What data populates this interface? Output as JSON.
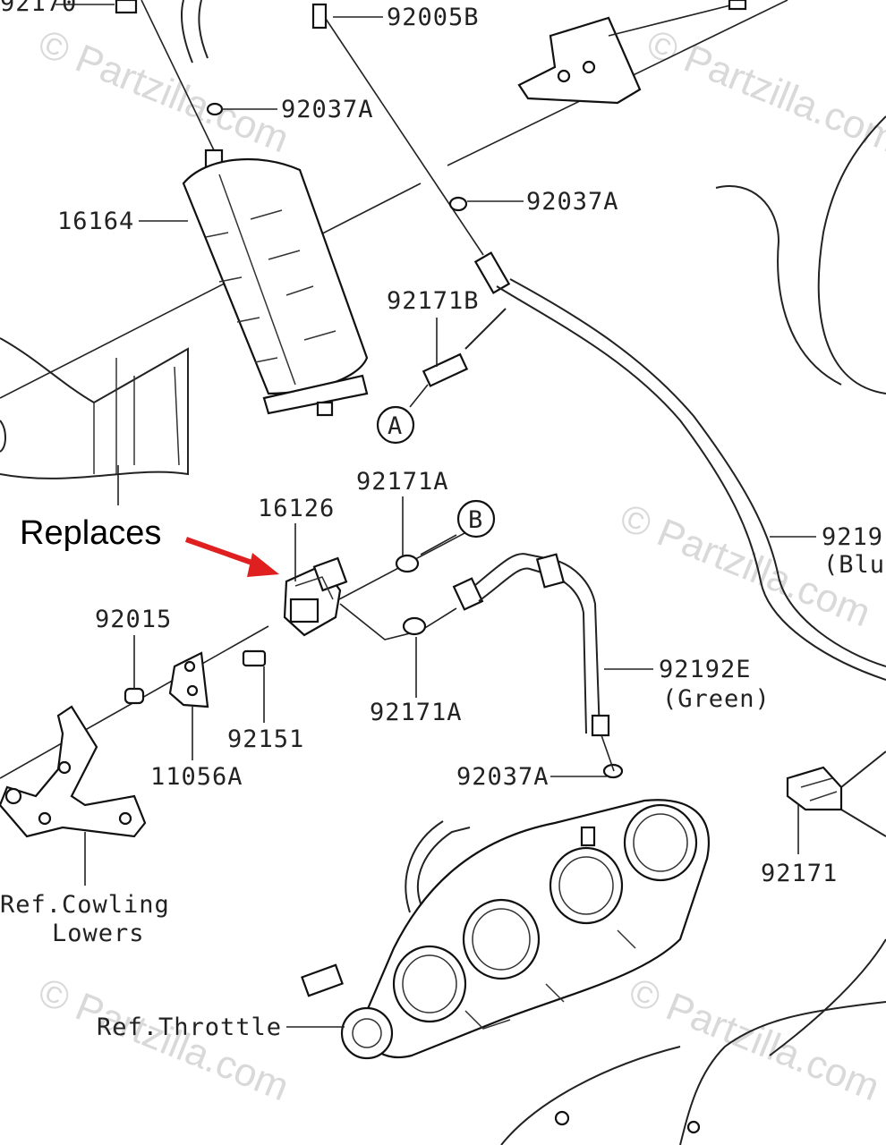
{
  "labels": {
    "p_92170": "92170",
    "p_92005B": "92005B",
    "p_92037A_top": "92037A",
    "p_92037A_mid": "92037A",
    "p_16164": "16164",
    "p_92171B": "92171B",
    "circle_A": "A",
    "p_92171A_top": "92171A",
    "circle_B": "B",
    "p_16126": "16126",
    "p_9219x": "9219",
    "p_9219x_color": "(Blu",
    "p_92015": "92015",
    "p_92151": "92151",
    "p_92171A_bottom": "92171A",
    "p_92192E": "92192E",
    "p_92192E_color": "(Green)",
    "p_11056A": "11056A",
    "p_92037A_bottom": "92037A",
    "p_92171": "92171",
    "ref_cowling_1": "Ref.Cowling",
    "ref_cowling_2": "Lowers",
    "ref_throttle": "Ref.Throttle"
  },
  "annotation": {
    "text": "Replaces",
    "arrow_color": "#e02020"
  },
  "watermark": {
    "text": "© Partzilla.com",
    "color": "#d9d9d9"
  }
}
